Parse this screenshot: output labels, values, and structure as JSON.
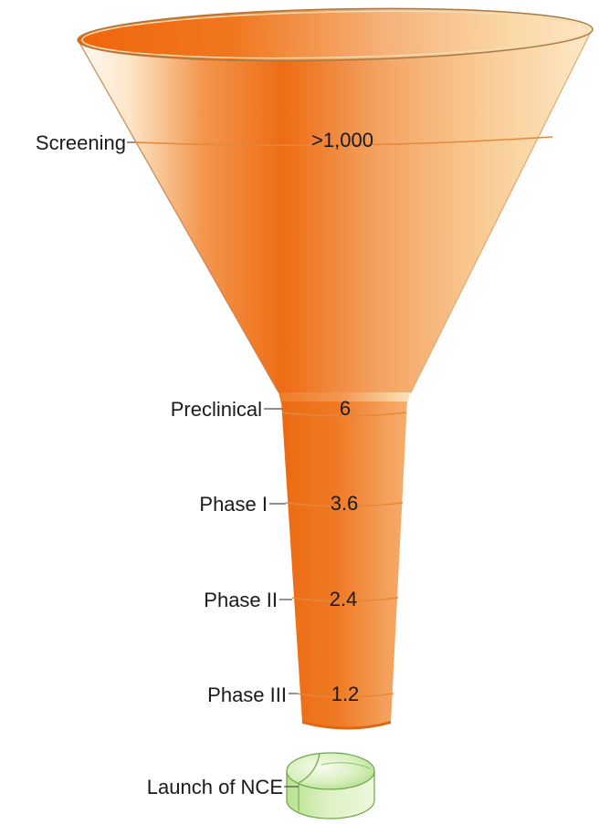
{
  "diagram": {
    "stages": [
      {
        "name": "Screening",
        "value": ">1,000"
      },
      {
        "name": "Preclinical",
        "value": "6"
      },
      {
        "name": "Phase I",
        "value": "3.6"
      },
      {
        "name": "Phase II",
        "value": "2.4"
      },
      {
        "name": "Phase III",
        "value": "1.2"
      }
    ],
    "outcome": {
      "label": "Launch of NCE"
    },
    "colors": {
      "funnel_dark": "#ee6a12",
      "funnel_mid": "#f3a060",
      "funnel_light": "#fde3bd",
      "rim": "#b98a52",
      "band": "#e2883a",
      "pill_light": "#eef8dc",
      "pill_mid": "#b9e290",
      "pill_edge": "#6aa547"
    }
  }
}
